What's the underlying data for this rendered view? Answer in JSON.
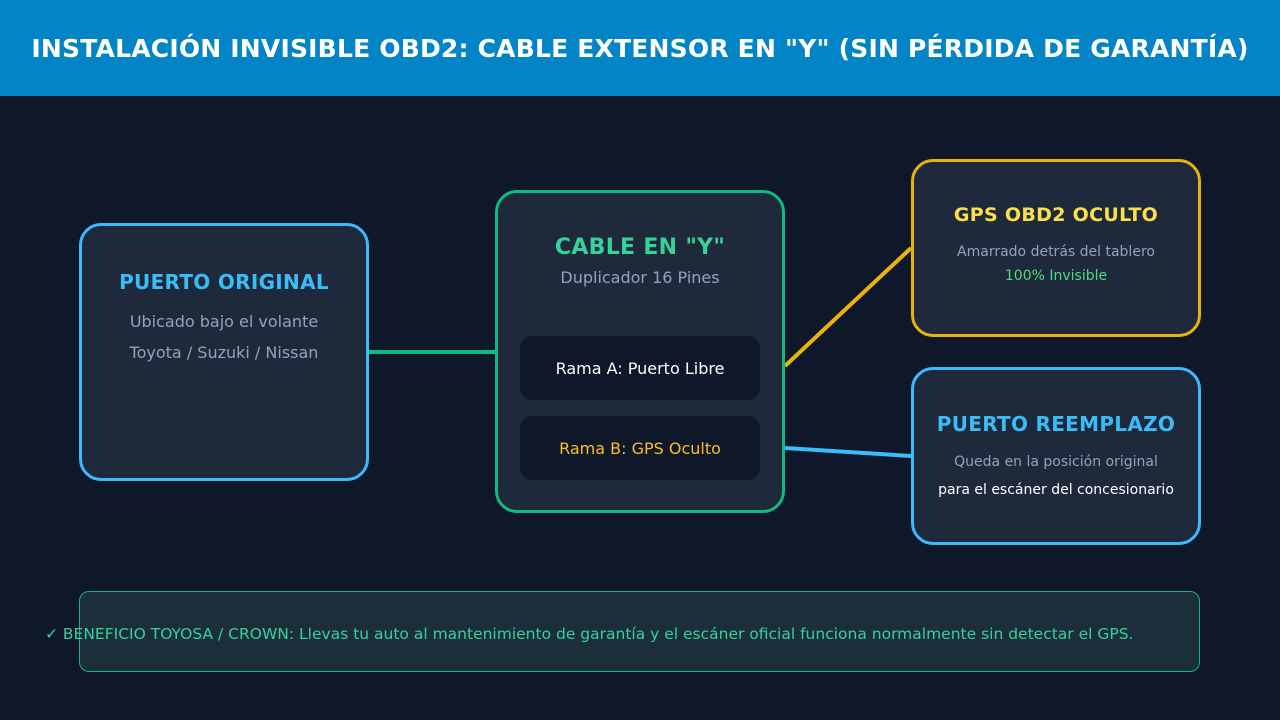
{
  "header": {
    "title": "INSTALACIÓN INVISIBLE OBD2: CABLE EXTENSOR EN \"Y\" (SIN PÉRDIDA DE GARANTÍA)"
  },
  "original_port": {
    "title": "PUERTO ORIGINAL",
    "location": "Ubicado bajo el volante",
    "brands": "Toyota / Suzuki / Nissan"
  },
  "y_cable": {
    "title": "CABLE EN \"Y\"",
    "subtitle": "Duplicador 16 Pines",
    "branch_a": "Rama A: Puerto Libre",
    "branch_b": "Rama B: GPS Oculto"
  },
  "gps": {
    "title": "GPS OBD2 OCULTO",
    "location": "Amarrado detrás del tablero",
    "status": "100% Invisible"
  },
  "replacement_port": {
    "title": "PUERTO REEMPLAZO",
    "position": "Queda en la posición original",
    "purpose": "para el escáner del concesionario"
  },
  "benefit": {
    "text": "✓ BENEFICIO TOYOSA / CROWN: Llevas tu auto al mantenimiento de garantía y el escáner oficial funciona normalmente sin detectar el GPS."
  },
  "colors": {
    "header_bg": "#0284c7",
    "background": "#0f172a",
    "card_bg": "#1e293b",
    "blue_accent": "#38bdf8",
    "green_accent": "#10b981",
    "yellow_accent": "#eab308"
  }
}
